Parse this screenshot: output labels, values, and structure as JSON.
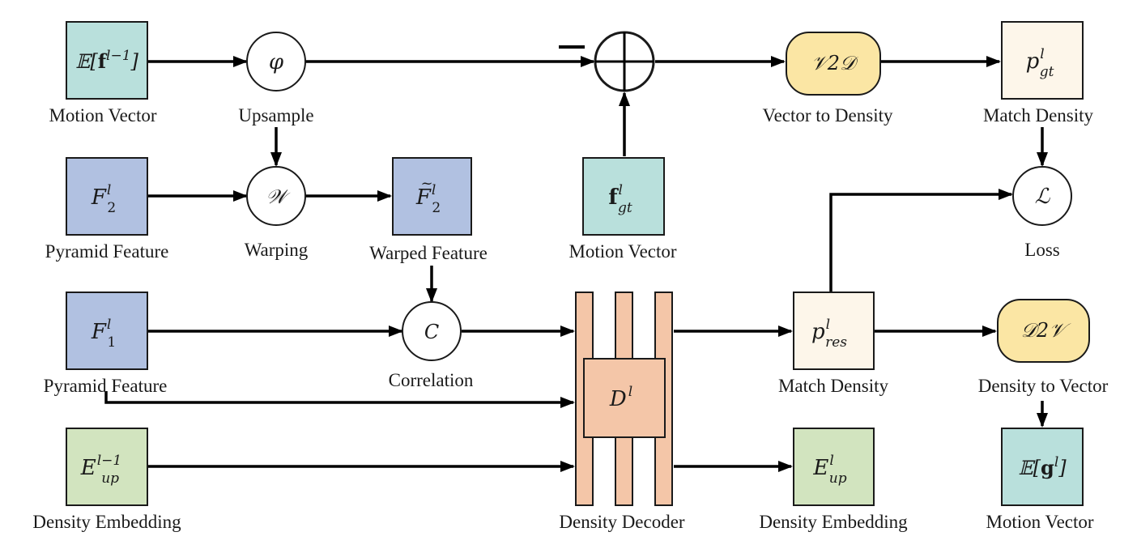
{
  "colors": {
    "motion_vector": "#b9e0dc",
    "pyramid_feature": "#b1c1e1",
    "density_embedding": "#d2e4bf",
    "match_density": "#fdf6ea",
    "converter": "#fbe6a4",
    "decoder": "#f4c6a8",
    "stroke": "#000000"
  },
  "labels": {
    "motion_vector_top": "Motion Vector",
    "upsample": "Upsample",
    "vector_to_density": "Vector to Density",
    "match_density_top": "Match Density",
    "pyramid_feature_2": "Pyramid Feature",
    "warping": "Warping",
    "warped_feature": "Warped Feature",
    "motion_vector_gt": "Motion Vector",
    "loss": "Loss",
    "pyramid_feature_1": "Pyramid Feature",
    "correlation": "Correlation",
    "match_density_res": "Match Density",
    "density_to_vector": "Density to Vector",
    "density_embedding_left": "Density Embedding",
    "density_decoder": "Density Decoder",
    "density_embedding_right": "Density Embedding",
    "motion_vector_bottom": "Motion Vector"
  },
  "symbols": {
    "upsample_op": "φ",
    "warp_op": "𝒲",
    "corr_op": "𝐶",
    "loss_op": "ℒ",
    "v2d": "𝒱2𝒟",
    "d2v": "𝒟2𝒱",
    "minus": "−"
  }
}
